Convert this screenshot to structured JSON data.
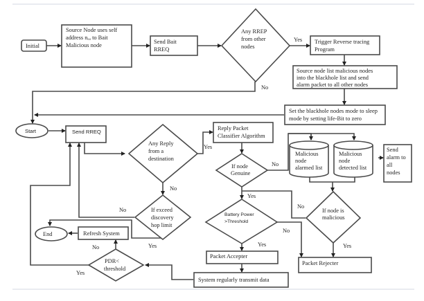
{
  "diagram": {
    "type": "flowchart",
    "nodes": {
      "initial": {
        "label": [
          "Initial"
        ],
        "shape": "rounded-rect"
      },
      "source_node_bait": {
        "label": [
          "Source Node uses self",
          "address nₐₐ to Bait",
          "Malicious node"
        ],
        "shape": "rect"
      },
      "send_bait_rreq": {
        "label": [
          "Send Bait",
          "RREQ"
        ],
        "shape": "rect"
      },
      "any_rrep": {
        "label": [
          "Any RREP",
          "from other",
          "nodes"
        ],
        "shape": "diamond"
      },
      "trigger_reverse": {
        "label": [
          "Trigger Reverse tracing",
          "Program"
        ],
        "shape": "rect"
      },
      "source_list_malicious": {
        "label": [
          "Source node list malicious nodes",
          "into the blackhole list and send",
          "alarm packet to all other nodes"
        ],
        "shape": "rect"
      },
      "set_blackhole_sleep": {
        "label": [
          "Set the blackhole nodes mode to sleep",
          "mode by setting  life-Bit to zero"
        ],
        "shape": "rect"
      },
      "start": {
        "label": [
          "Start"
        ],
        "shape": "ellipse"
      },
      "send_rreq": {
        "label": [
          "Send RREQ"
        ],
        "shape": "rect"
      },
      "any_reply": {
        "label": [
          "Any Reply",
          "from a",
          "destination"
        ],
        "shape": "diamond"
      },
      "reply_classifier": {
        "label": [
          "Reply Packet",
          "Classifier Algorithm"
        ],
        "shape": "rect"
      },
      "if_genuine": {
        "label": [
          "If node",
          "Genuine"
        ],
        "shape": "diamond"
      },
      "alarmed_list": {
        "label": [
          "Malicious",
          "node",
          "alarmed list"
        ],
        "shape": "cylinder"
      },
      "detected_list": {
        "label": [
          "Malicious",
          "node",
          "detected list"
        ],
        "shape": "cylinder"
      },
      "send_alarm": {
        "label": [
          "Send",
          "alarm to",
          "all",
          "nodes"
        ],
        "shape": "rect"
      },
      "if_exceed_hop": {
        "label": [
          "If exceed",
          "discovery",
          "hop limit"
        ],
        "shape": "diamond"
      },
      "if_malicious": {
        "label": [
          "If node is",
          "malicious"
        ],
        "shape": "diamond"
      },
      "battery_power": {
        "label": [
          "Battery Power",
          ">Threshold"
        ],
        "shape": "diamond"
      },
      "end": {
        "label": [
          "End"
        ],
        "shape": "ellipse"
      },
      "refresh_system": {
        "label": [
          "Refresh System"
        ],
        "shape": "rect"
      },
      "packet_accepter": {
        "label": [
          "Packet Accepter"
        ],
        "shape": "rect"
      },
      "packet_rejecter": {
        "label": [
          "Packet Rejecter"
        ],
        "shape": "rect"
      },
      "pdr_threshold": {
        "label": [
          "PDR<",
          "threshold"
        ],
        "shape": "diamond"
      },
      "system_transmit": {
        "label": [
          "System regularly transmit data"
        ],
        "shape": "rect"
      }
    },
    "edge_labels": {
      "rrep_yes": "Yes",
      "rrep_no": "No",
      "reply_yes": "Yes",
      "reply_no": "No",
      "genuine_no": "No",
      "genuine_yes": "Yes",
      "hop_no": "No",
      "hop_yes": "Yes",
      "malicious_no": "No",
      "malicious_yes": "Yes",
      "battery_no": "No",
      "battery_yes": "Yes",
      "pdr_no": "No",
      "pdr_yes": "Yes"
    },
    "edges": [
      [
        "initial",
        "source_node_bait"
      ],
      [
        "source_node_bait",
        "send_bait_rreq"
      ],
      [
        "send_bait_rreq",
        "any_rrep"
      ],
      [
        "any_rrep",
        "trigger_reverse",
        "Yes"
      ],
      [
        "any_rrep",
        "start",
        "No"
      ],
      [
        "trigger_reverse",
        "source_list_malicious"
      ],
      [
        "source_list_malicious",
        "set_blackhole_sleep"
      ],
      [
        "set_blackhole_sleep",
        "start"
      ],
      [
        "start",
        "send_rreq"
      ],
      [
        "send_rreq",
        "any_reply"
      ],
      [
        "any_reply",
        "reply_classifier",
        "Yes"
      ],
      [
        "any_reply",
        "if_exceed_hop",
        "No"
      ],
      [
        "reply_classifier",
        "if_genuine"
      ],
      [
        "if_genuine",
        "alarmed_list",
        "No"
      ],
      [
        "if_genuine",
        "detected_list",
        "No"
      ],
      [
        "if_genuine",
        "battery_power",
        "Yes"
      ],
      [
        "detected_list",
        "send_alarm"
      ],
      [
        "alarmed_list",
        "if_malicious"
      ],
      [
        "detected_list",
        "if_malicious"
      ],
      [
        "if_malicious",
        "if_genuine",
        "No"
      ],
      [
        "if_malicious",
        "packet_rejecter",
        "Yes"
      ],
      [
        "battery_power",
        "packet_accepter",
        "Yes"
      ],
      [
        "battery_power",
        "packet_rejecter",
        "No"
      ],
      [
        "if_exceed_hop",
        "send_rreq",
        "No"
      ],
      [
        "if_exceed_hop",
        "end",
        "Yes"
      ],
      [
        "packet_accepter",
        "system_transmit"
      ],
      [
        "system_transmit",
        "pdr_threshold"
      ],
      [
        "pdr_threshold",
        "refresh_system",
        "No"
      ],
      [
        "pdr_threshold",
        "send_rreq",
        "Yes"
      ],
      [
        "refresh_system",
        "end"
      ]
    ]
  }
}
